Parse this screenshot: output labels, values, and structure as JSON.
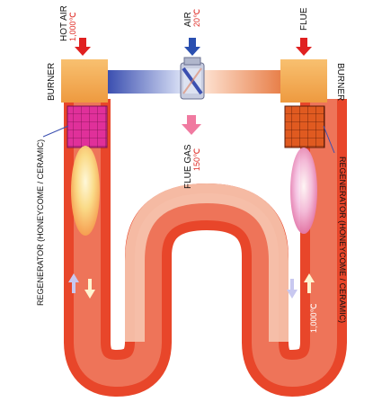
{
  "labels": {
    "hot_air": "HOT AIR",
    "hot_air_temp": "1,000℃",
    "air": "AIR",
    "air_temp": "20℃",
    "flue": "FLUE",
    "flue_gas": "FLUE GAS",
    "flue_gas_temp": "150℃",
    "burner_left": "BURNER",
    "burner_right": "BURNER",
    "regenerator_left": "REGENERATOR (HONEYCOME / CERAMIC)",
    "regenerator_right": "REGENERATOR (HONEYCOME / CERAMIC)",
    "furnace_temp": "1,000℃"
  },
  "colors": {
    "burner": "#f4a850",
    "tube_outer": "#e8462a",
    "tube_inner": "#f6c7b0",
    "arrow_red": "#e02020",
    "arrow_blue": "#2a4fb0",
    "arrow_pink": "#f07aa0",
    "honeycomb_left": "#e0309a",
    "honeycomb_right": "#e05a20",
    "duct_blue": "#3b4fb0",
    "duct_orange": "#f0a070"
  },
  "icons": {
    "valve": "four-way-valve-icon"
  }
}
